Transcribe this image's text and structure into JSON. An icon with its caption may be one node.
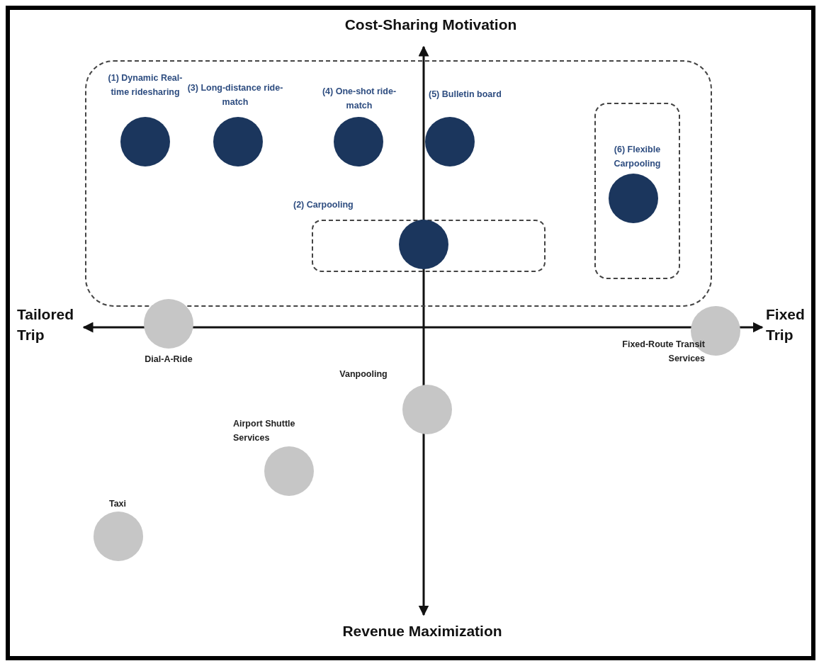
{
  "diagram": {
    "nodes": [
      {
        "text": [],
        "shape": "box"
      },
      {
        "text": [
          "(1) Dynamic Real-time ridesharing"
        ],
        "in": 0
      },
      {
        "text": [
          "(3) Long-distance ride-match"
        ],
        "in": 0
      },
      {
        "text": [
          "(4) One-shot ride-match"
        ],
        "in": 0
      },
      {
        "text": [
          "(5) Bulletin board"
        ],
        "in": 0
      },
      {
        "text": [
          "(6) Flexible Carpooling"
        ],
        "in": 0
      },
      {
        "text": [],
        "shape": "circle",
        "in": 5
      },
      {
        "text": [
          "(2) Carpooling"
        ],
        "in": 0
      },
      {
        "text": [],
        "shape": "circle",
        "in": 7
      },
      {
        "text": [
          "Dial-A-Ride"
        ]
      },
      {
        "text": [
          "Fixed-Route Transit Services"
        ]
      },
      {
        "text": [
          "Vanpooling"
        ]
      },
      {
        "text": [
          "Airport Shuttle Services"
        ]
      },
      {
        "text": [
          "Taxi"
        ]
      }
    ],
    "labels": [
      "Cost-Sharing Motivation",
      "Tailored Trip",
      "Fixed Trip",
      "Revenue Maximization"
    ]
  }
}
